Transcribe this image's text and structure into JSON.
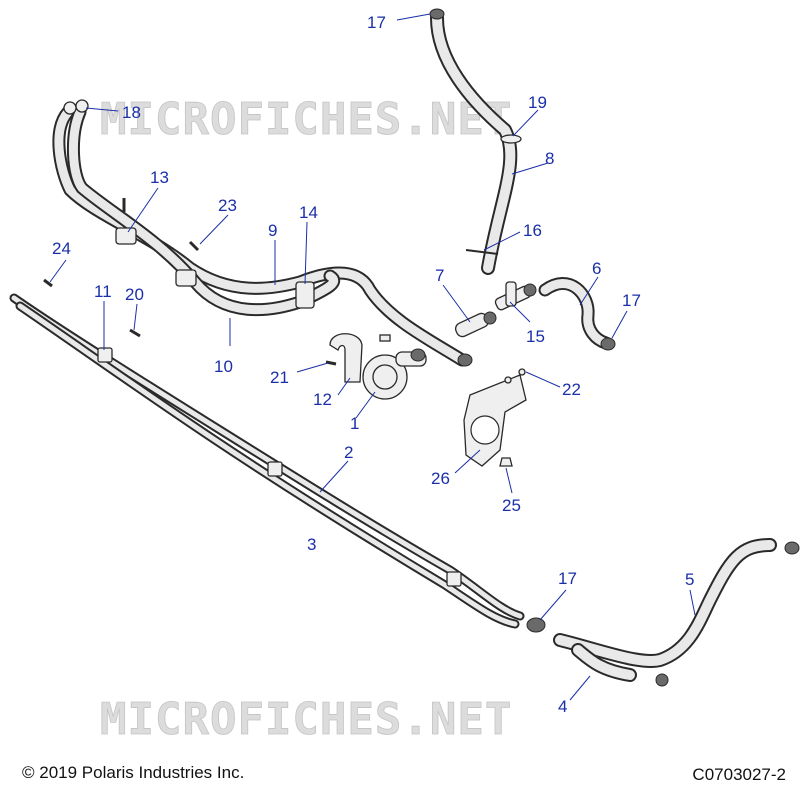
{
  "watermark": "MICROFICHES.NET",
  "copyright": "© 2019 Polaris Industries Inc.",
  "figure_code": "C0703027-2",
  "callouts": {
    "c1": "1",
    "c2": "2",
    "c3": "3",
    "c4": "4",
    "c5": "5",
    "c7": "7",
    "c6": "6",
    "c8": "8",
    "c9": "9",
    "c10": "10",
    "c11": "11",
    "c12": "12",
    "c13": "13",
    "c14": "14",
    "c15": "15",
    "c16": "16",
    "c17a": "17",
    "c17b": "17",
    "c17c": "17",
    "c18": "18",
    "c19": "19",
    "c20": "20",
    "c21": "21",
    "c22": "22",
    "c23": "23",
    "c24": "24",
    "c25": "25",
    "c26": "26"
  }
}
